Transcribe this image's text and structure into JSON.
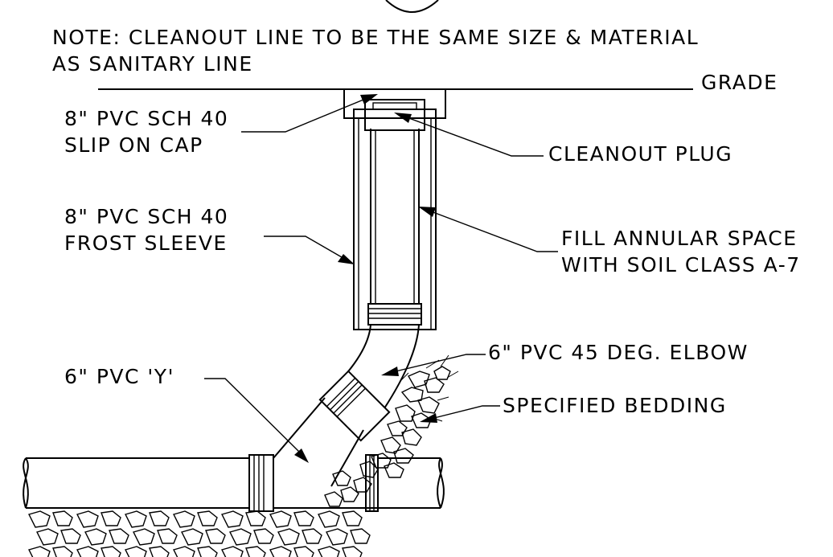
{
  "note": {
    "line1": "NOTE: CLEANOUT LINE TO BE THE SAME SIZE & MATERIAL",
    "line2": "AS SANITARY LINE"
  },
  "labels": {
    "grade": "GRADE",
    "cap_line1": "8\" PVC SCH 40",
    "cap_line2": "SLIP ON CAP",
    "plug": "CLEANOUT PLUG",
    "sleeve_line1": "8\" PVC SCH 40",
    "sleeve_line2": "FROST SLEEVE",
    "fill_line1": "FILL ANNULAR SPACE",
    "fill_line2": "WITH SOIL CLASS A-7",
    "elbow": "6\" PVC 45 DEG. ELBOW",
    "wye": "6\" PVC 'Y'",
    "bedding": "SPECIFIED BEDDING"
  }
}
